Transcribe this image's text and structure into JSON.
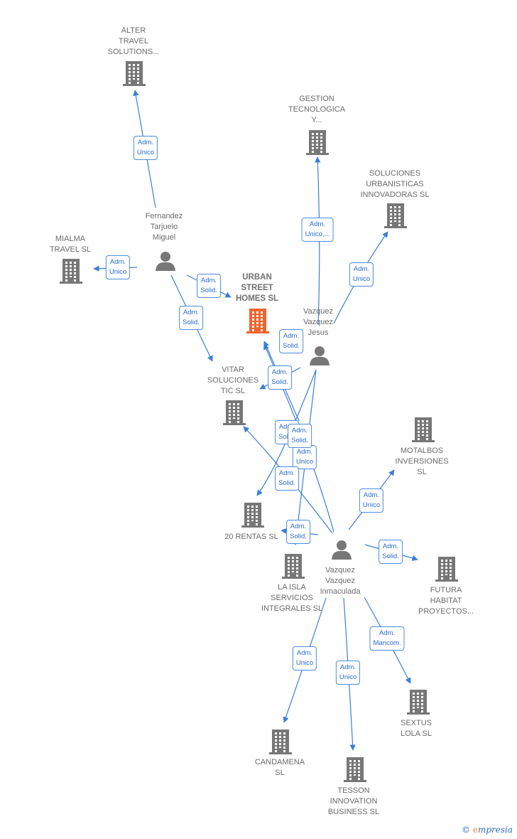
{
  "colors": {
    "edge": "#3a7fd9",
    "building": "#777777",
    "building_main": "#f0642d",
    "person": "#777777"
  },
  "nodes": [
    {
      "id": "alter",
      "type": "company",
      "label": "ALTER\nTRAVEL\nSOLUTIONS..."
    },
    {
      "id": "gestion",
      "type": "company",
      "label": "GESTION\nTECNOLOGICA\nY..."
    },
    {
      "id": "soluciones",
      "type": "company",
      "label": "SOLUCIONES\nURBANISTICAS\nINNOVADORAS SL"
    },
    {
      "id": "fernandez",
      "type": "person",
      "label": "Fernandez\nTarjuelo\nMiguel"
    },
    {
      "id": "mialma",
      "type": "company",
      "label": "MIALMA\nTRAVEL  SL"
    },
    {
      "id": "urban",
      "type": "company_main",
      "label": "URBAN\nSTREET\nHOMES  SL"
    },
    {
      "id": "jesus",
      "type": "person",
      "label": "Vazquez\nVazquez\nJesus"
    },
    {
      "id": "vitar",
      "type": "company",
      "label": "VITAR\nSOLUCIONES\nTIC  SL"
    },
    {
      "id": "motalbos",
      "type": "company",
      "label": "MOTALBOS\nINVERSIONES\nSL"
    },
    {
      "id": "rentas",
      "type": "company",
      "label": "20 RENTAS  SL"
    },
    {
      "id": "inmaculada",
      "type": "person",
      "label": "Vazquez\nVazquez\nInmaculada"
    },
    {
      "id": "laisla",
      "type": "company",
      "label": "LA ISLA\nSERVICIOS\nINTEGRALES SL"
    },
    {
      "id": "futura",
      "type": "company",
      "label": "FUTURA\nHABITAT\nPROYECTOS..."
    },
    {
      "id": "sextus",
      "type": "company",
      "label": "SEXTUS\nLOLA  SL"
    },
    {
      "id": "candamena",
      "type": "company",
      "label": "CANDAMENA\nSL"
    },
    {
      "id": "tesson",
      "type": "company",
      "label": "TESSON\nINNOVATION\nBUSINESS  SL"
    }
  ],
  "edges": [
    {
      "from": "fernandez",
      "to": "alter",
      "label": "Adm.\nUnico"
    },
    {
      "from": "fernandez",
      "to": "mialma",
      "label": "Adm.\nUnico"
    },
    {
      "from": "fernandez",
      "to": "urban",
      "label": "Adm.\nSolid."
    },
    {
      "from": "fernandez",
      "to": "vitar",
      "label": "Adm.\nSolid."
    },
    {
      "from": "jesus",
      "to": "gestion",
      "label": "Adm.\nUnico,..."
    },
    {
      "from": "jesus",
      "to": "soluciones",
      "label": "Adm.\nUnico"
    },
    {
      "from": "jesus",
      "to": "urban",
      "label": "Adm.\nSolid."
    },
    {
      "from": "jesus",
      "to": "vitar",
      "label": "Adm.\nSolid."
    },
    {
      "from": "jesus",
      "to": "rentas",
      "label": "Adm.\nSolid."
    },
    {
      "from": "jesus",
      "to": "laisla",
      "label": "Adm.\nUnico"
    },
    {
      "from": "inmaculada",
      "to": "vitar",
      "label": "Adm.\nSolid."
    },
    {
      "from": "inmaculada",
      "to": "urban",
      "label": "Adm.\nSolid."
    },
    {
      "from": "inmaculada",
      "to": "rentas",
      "label": "Adm.\nSolid."
    },
    {
      "from": "inmaculada",
      "to": "motalbos",
      "label": "Adm.\nUnico"
    },
    {
      "from": "inmaculada",
      "to": "futura",
      "label": "Adm.\nSolid."
    },
    {
      "from": "inmaculada",
      "to": "sextus",
      "label": "Adm.\nMancom."
    },
    {
      "from": "inmaculada",
      "to": "candamena",
      "label": "Adm.\nUnico"
    },
    {
      "from": "inmaculada",
      "to": "tesson",
      "label": "Adm.\nUnico"
    }
  ],
  "watermark": {
    "symbol": "©",
    "text": "mpresia",
    "initial": "e"
  }
}
